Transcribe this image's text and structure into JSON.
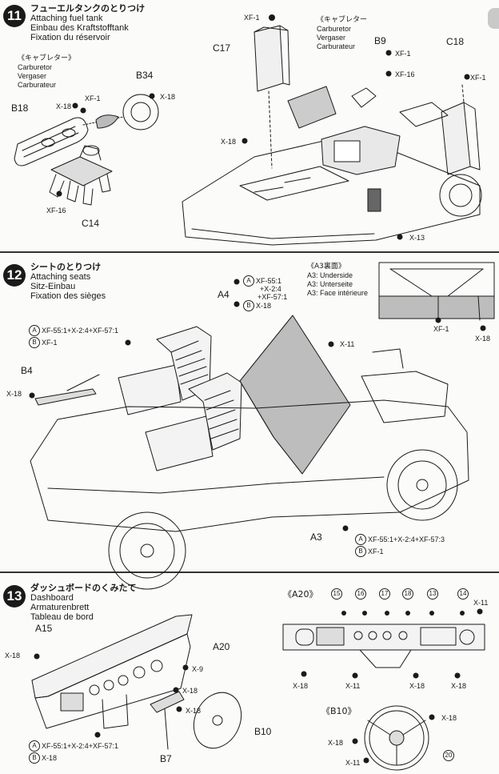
{
  "step11": {
    "number": "11",
    "title_jp": "フューエルタンクのとりつけ",
    "title_en": "Attaching fuel tank",
    "title_de": "Einbau des Kraftstofftank",
    "title_fr": "Fixation du réservoir",
    "carb_left": {
      "jp": "《キャブレター》",
      "en": "Carburetor",
      "de": "Vergaser",
      "fr": "Carburateur"
    },
    "carb_right": {
      "jp": "《キャブレター",
      "en": "Carburetor",
      "de": "Vergaser",
      "fr": "Carburateur"
    },
    "labels": {
      "b18": "B18",
      "x18a": "X-18",
      "xf1a": "XF-1",
      "b34": "B34",
      "x18b": "X-18",
      "xf16a": "XF-16",
      "c14": "C14",
      "xf1b": "XF-1",
      "c17": "C17",
      "b9": "B9",
      "xf1c": "XF-1",
      "xf16b": "XF-16",
      "c18": "C18",
      "xf1d": "XF-1",
      "x18c": "X-18",
      "x13": "X-13"
    }
  },
  "step12": {
    "number": "12",
    "title_jp": "シートのとりつけ",
    "title_en": "Attaching seats",
    "title_de": "Sitz-Einbau",
    "title_fr": "Fixation des sièges",
    "a3_note": {
      "jp": "《A3裏面》",
      "en": "A3: Underside",
      "de": "A3: Unterseite",
      "fr": "A3: Face intérieure"
    },
    "mix_a4": {
      "a": "XF-55:1",
      "a2": "+X-2:4",
      "a3": "+XF-57:1",
      "b": "X-18"
    },
    "mix_seat": {
      "a": "XF-55:1+X-2:4+XF-57:1",
      "b": "XF-1"
    },
    "mix_a3": {
      "a": "XF-55:1+X-2:4+XF-57:3",
      "b": "XF-1"
    },
    "letter_a": "A",
    "letter_b": "B",
    "labels": {
      "a4": "A4",
      "b4": "B4",
      "x18a": "X-18",
      "x11": "X-11",
      "a3": "A3",
      "xf1": "XF-1",
      "x18b": "X-18"
    }
  },
  "step13": {
    "number": "13",
    "title_jp": "ダッシュボードのくみたて",
    "title_en": "Dashboard",
    "title_de": "Armaturenbrett",
    "title_fr": "Tableau de bord",
    "a20_title": "《A20》",
    "b10_title": "《B10》",
    "decals": [
      "15",
      "16",
      "17",
      "18",
      "13",
      "14",
      "20"
    ],
    "mix": {
      "a": "XF-55:1+X-2:4+XF-57:1",
      "b": "X-18"
    },
    "letter_a": "A",
    "letter_b": "B",
    "labels": {
      "a15": "A15",
      "a20": "A20",
      "x18a": "X-18",
      "x9": "X-9",
      "x18b": "X-18",
      "x18c": "X-18",
      "b10": "B10",
      "b7": "B7",
      "x11a": "X-11",
      "x18d": "X-18",
      "x11b": "X-11",
      "x18e": "X-18",
      "x18f": "X-18",
      "x18g": "X-18",
      "x18h": "X-18",
      "x11c": "X-11"
    }
  },
  "colors": {
    "ink": "#1a1a1a",
    "tone": "#bdbdbd",
    "paper": "#fbfbfa"
  }
}
